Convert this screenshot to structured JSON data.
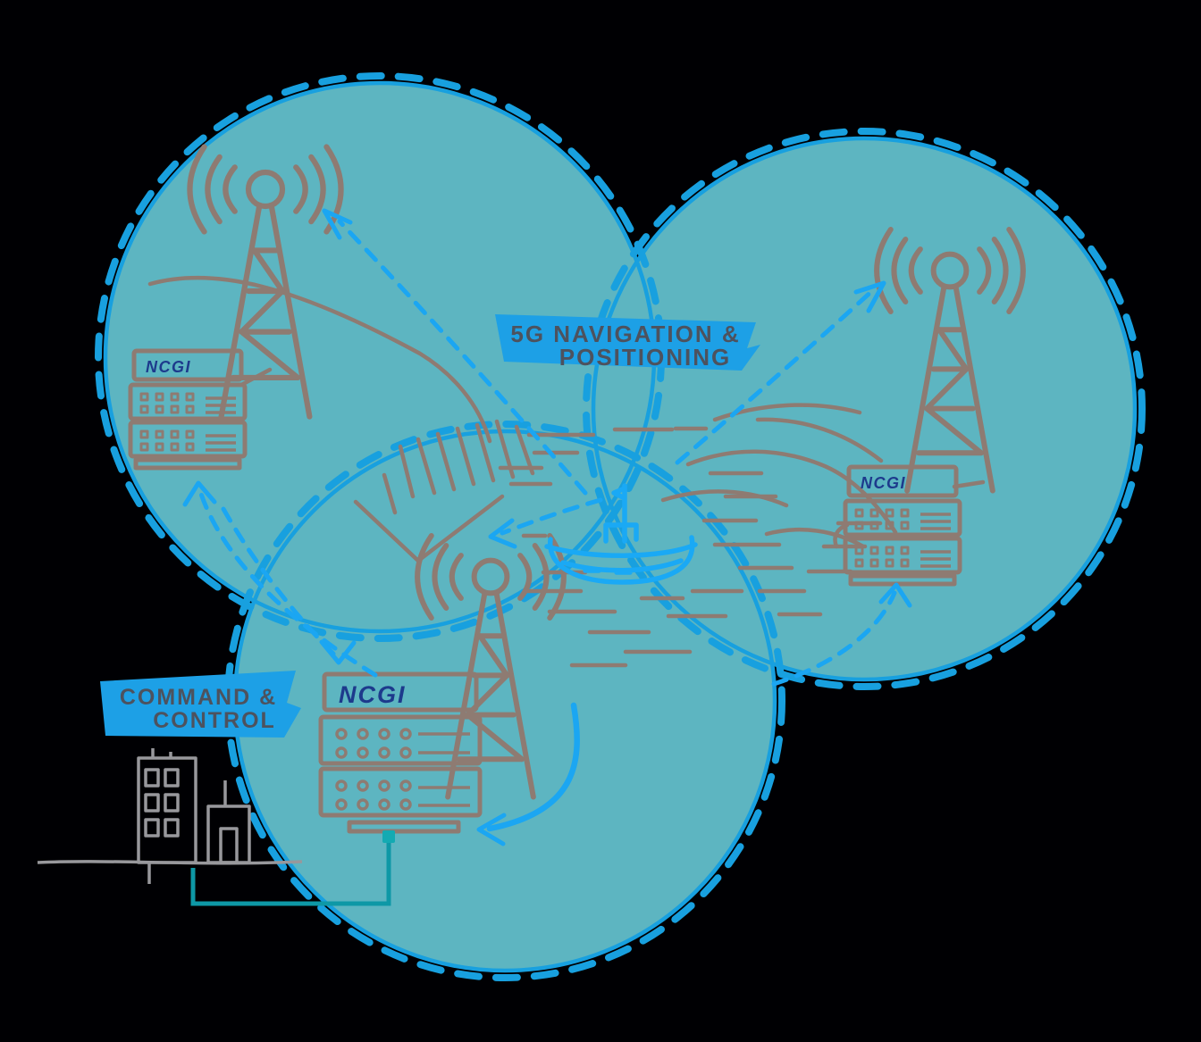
{
  "diagram": {
    "banners": {
      "navigation": {
        "line1": "5G NAVIGATION &",
        "line2": "POSITIONING"
      },
      "command": {
        "line1": "COMMAND &",
        "line2": "CONTROL"
      }
    },
    "racks": {
      "top_left_label": "NCGI",
      "right_label": "NCGI",
      "bottom_label": "NCGI"
    },
    "colors": {
      "background": "#000003",
      "circle_fill": "#5db5c1",
      "circle_stroke": "#18a0df",
      "arrow_blue": "#1ba6f2",
      "boat_blue": "#1aa9f5",
      "banner_fill": "#1da0e6",
      "banner_text": "#4d525e",
      "sketch": "#8e7b72",
      "ncgi_text": "#1d3a8c",
      "connector_teal": "#0e98a6",
      "connector_node": "#13aab2",
      "building_gray": "#98989c"
    }
  }
}
